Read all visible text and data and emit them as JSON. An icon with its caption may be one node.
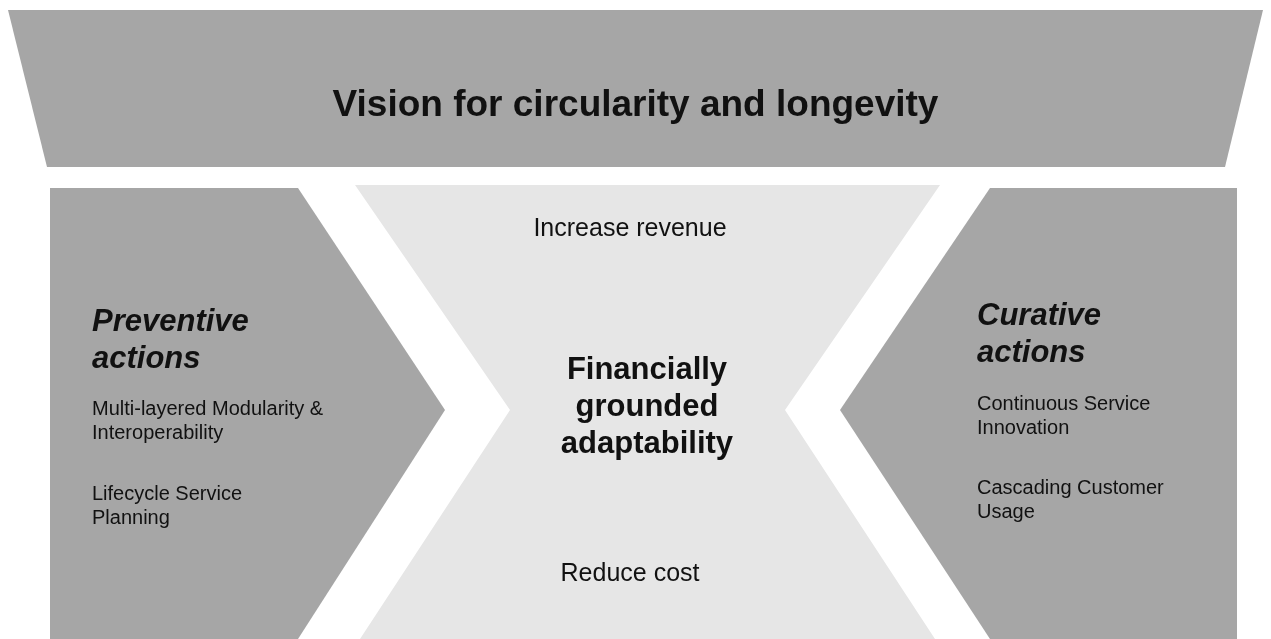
{
  "diagram": {
    "nodes": [
      {
        "text": [
          "Vision for circularity and longevity"
        ]
      },
      {
        "text": [
          "Preventive actions",
          "Multi-layered Modularity & Interoperability",
          "Lifecycle Service Planning"
        ]
      },
      {
        "text": [
          "Increase revenue",
          "Financially grounded adaptability",
          "Reduce cost"
        ]
      },
      {
        "text": [
          "Curative actions",
          "Continuous Service Innovation",
          "Cascading Customer Usage"
        ]
      }
    ]
  }
}
